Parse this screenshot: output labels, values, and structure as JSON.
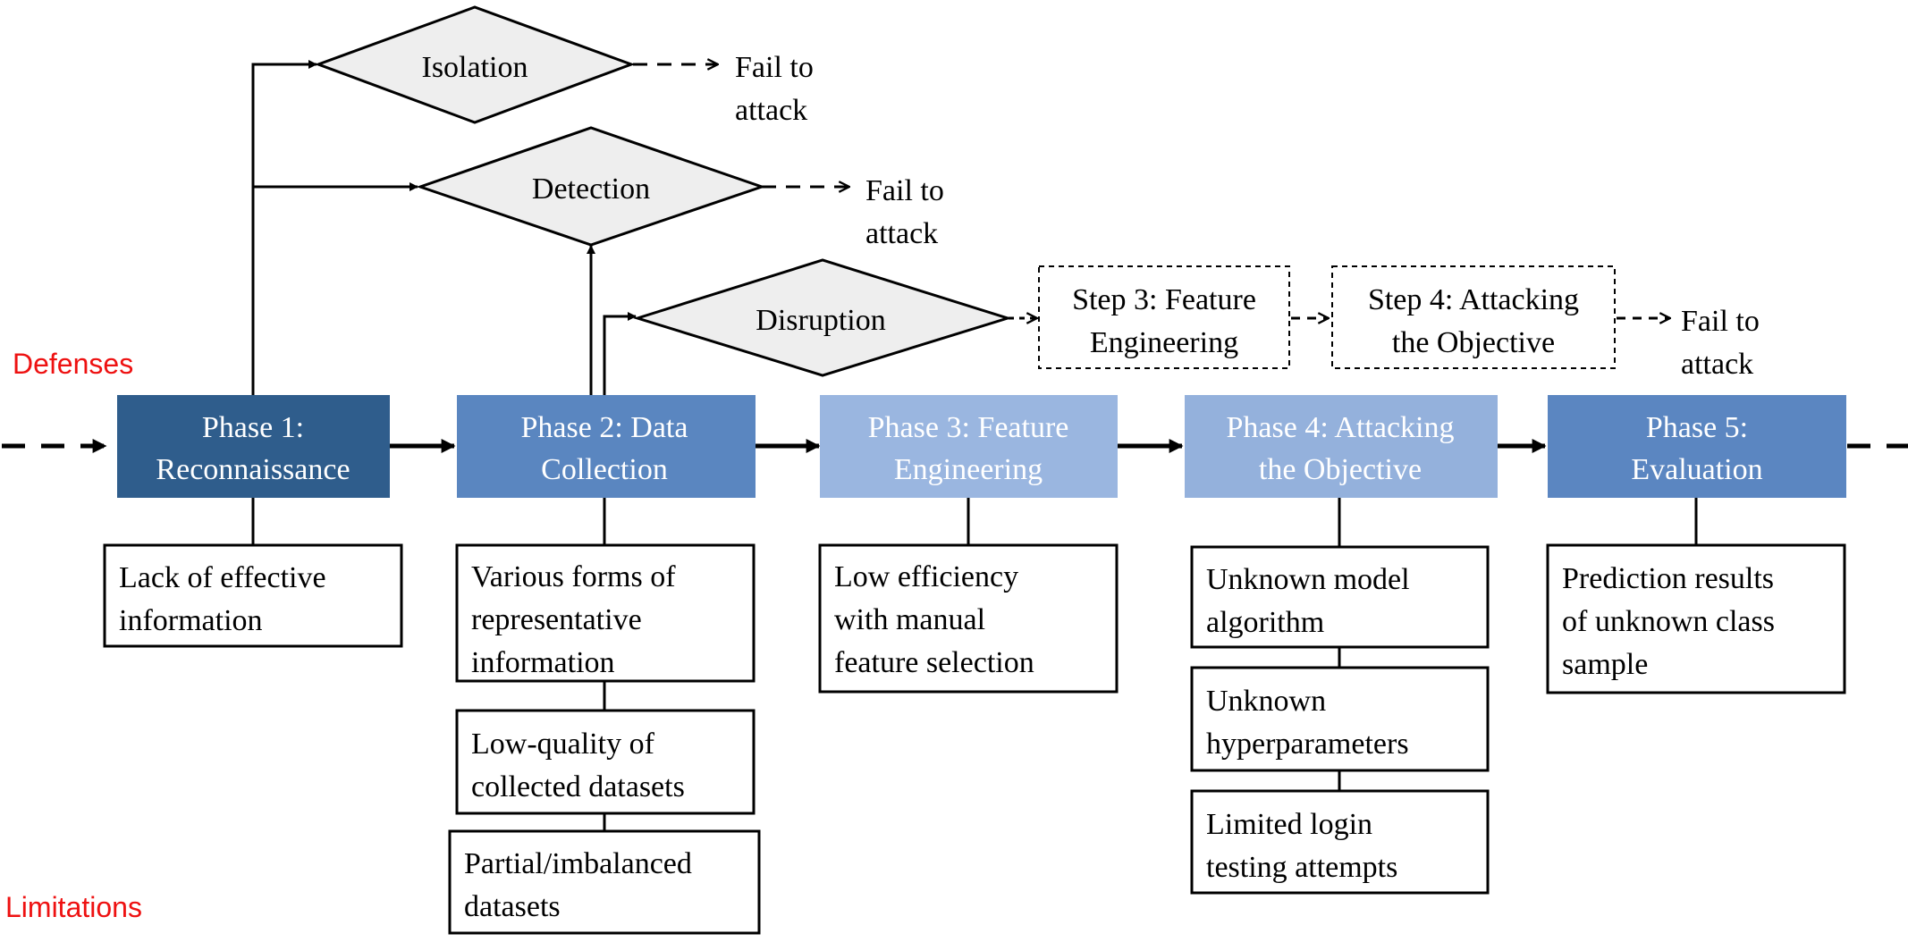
{
  "side_labels": {
    "defenses": "Defenses",
    "limitations": "Limitations"
  },
  "colors": {
    "label_red": "#ee1111",
    "phase1": "#2f5d8c",
    "phase2": "#5a86c0",
    "phase3": "#9ab6e0",
    "phase4": "#94b1dc",
    "phase5": "#5b86c1",
    "diamond_fill": "#eeeeee",
    "line": "#000000"
  },
  "phases": [
    {
      "line1": "Phase 1:",
      "line2": "Reconnaissance"
    },
    {
      "line1": "Phase 2: Data",
      "line2": "Collection"
    },
    {
      "line1": "Phase 3: Feature",
      "line2": "Engineering"
    },
    {
      "line1": "Phase 4: Attacking",
      "line2": "the Objective"
    },
    {
      "line1": "Phase 5:",
      "line2": "Evaluation"
    }
  ],
  "defenses": {
    "isolation": "Isolation",
    "detection": "Detection",
    "disruption": "Disruption"
  },
  "fail": {
    "line1": "Fail to",
    "line2": "attack"
  },
  "steps": {
    "step3": {
      "line1": "Step 3: Feature",
      "line2": "Engineering"
    },
    "step4": {
      "line1": "Step 4: Attacking",
      "line2": "the Objective"
    }
  },
  "limitations": {
    "phase1": [
      [
        "Lack of effective",
        "information"
      ]
    ],
    "phase2": [
      [
        "Various forms of",
        "representative",
        "information"
      ],
      [
        "Low-quality of",
        "collected datasets"
      ],
      [
        "Partial/imbalanced",
        "datasets"
      ]
    ],
    "phase3": [
      [
        "Low efficiency",
        "with manual",
        "feature selection"
      ]
    ],
    "phase4": [
      [
        "Unknown model",
        "algorithm"
      ],
      [
        "Unknown",
        "hyperparameters"
      ],
      [
        "Limited login",
        "testing attempts"
      ]
    ],
    "phase5": [
      [
        "Prediction results",
        "of unknown class",
        "sample"
      ]
    ]
  }
}
